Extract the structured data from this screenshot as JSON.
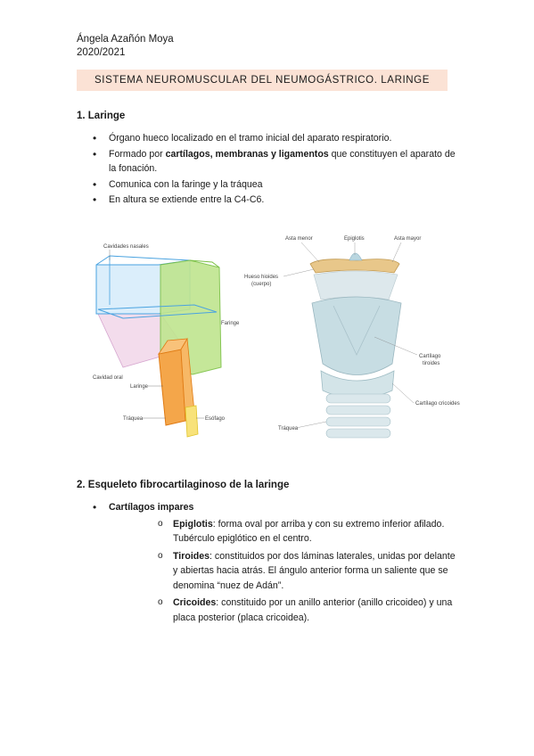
{
  "header": {
    "author": "Ángela Azañón Moya",
    "year": "2020/2021",
    "banner_title": "SISTEMA NEUROMUSCULAR DEL NEUMOGÁSTRICO. LARINGE"
  },
  "section1": {
    "heading": "1. Laringe",
    "bullet1": "Órgano hueco localizado en el tramo inicial del aparato respiratorio.",
    "bullet2_prefix": "Formado por ",
    "bullet2_bold": "cartílagos, membranas y ligamentos",
    "bullet2_suffix": " que constituyen el aparato de la fonación.",
    "bullet3": "Comunica con la faringe y la tráquea",
    "bullet4": "En altura se extiende entre la C4-C6."
  },
  "figure_left": {
    "label_cavidades": "Cavidades nasales",
    "label_faringe": "Faringe",
    "label_cavidad_oral": "Cavidad oral",
    "label_laringe": "Laringe",
    "label_traquea": "Tráquea",
    "label_esofago": "Esófago"
  },
  "figure_right": {
    "label_asta_menor": "Asta menor",
    "label_epiglotis": "Epiglotis",
    "label_asta_mayor": "Asta mayor",
    "label_hioides_1": "Hueso hioides",
    "label_hioides_2": "(cuerpo)",
    "label_tiroides_1": "Cartílago",
    "label_tiroides_2": "tiroides",
    "label_cricoides": "Cartílago cricoides",
    "label_traquea": "Tráquea"
  },
  "section2": {
    "heading": "2. Esqueleto fibrocartilaginoso de la laringe",
    "group_label": "Cartílagos impares",
    "item1_term": "Epiglotis",
    "item1_text": ": forma oval por arriba y  con su extremo inferior afilado. Tubérculo epiglótico en el centro.",
    "item2_term": "Tiroides",
    "item2_text": ": constituidos por dos láminas laterales, unidas por delante y abiertas hacia atrás.  El ángulo anterior forma un saliente que se denomina “nuez de Adán”.",
    "item3_term": "Cricoides",
    "item3_text": ": constituido por un anillo anterior (anillo cricoideo) y una placa posterior (placa cricoidea)."
  }
}
